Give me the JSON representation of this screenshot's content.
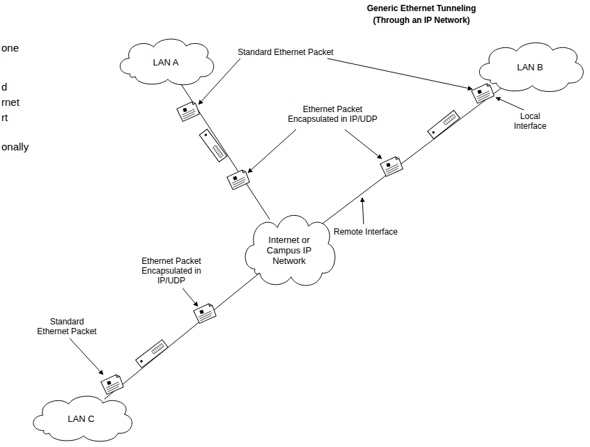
{
  "diagram": {
    "title": "Generic Ethernet Tunneling (Through an IP Network)",
    "nodes": [
      {
        "text": [
          "LAN A"
        ]
      },
      {
        "text": [
          "LAN B"
        ]
      },
      {
        "text": [
          "Internet or Campus IP Network"
        ]
      },
      {
        "text": [
          "LAN C"
        ]
      }
    ],
    "edges": [
      {
        "from": 0,
        "to": 2,
        "arrow": "none"
      },
      {
        "from": 1,
        "to": 2,
        "arrow": "none"
      },
      {
        "from": 3,
        "to": 2,
        "arrow": "none"
      }
    ],
    "labels": [
      "one",
      "d",
      "rnet",
      "rt",
      "onally",
      "Standard Ethernet Packet",
      "Ethernet Packet Encapsulated in IP/UDP",
      "Local Interface",
      "Remote Interface",
      "Ethernet Packet Encapsulated in IP/UDP",
      "Standard Ethernet Packet"
    ]
  }
}
